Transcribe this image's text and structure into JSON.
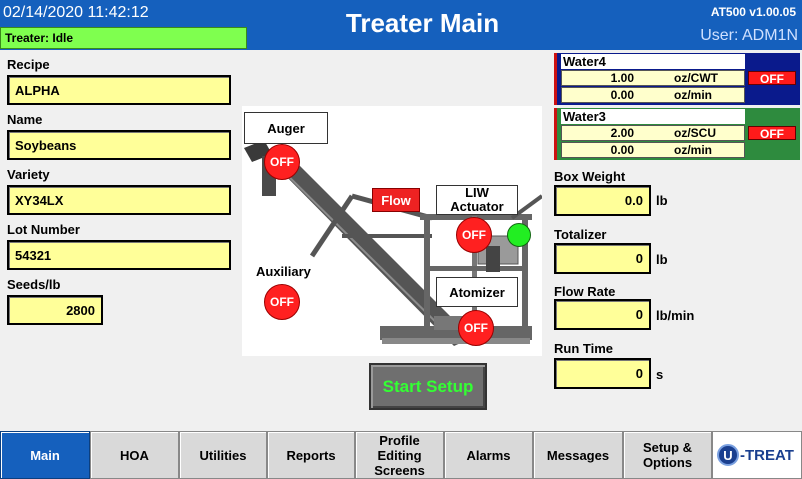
{
  "header": {
    "datetime": "02/14/2020 11:42:12",
    "status": "Treater: Idle",
    "title": "Treater Main",
    "version": "AT500 v1.00.05",
    "user": "User: ADM1N"
  },
  "fields": {
    "recipe_label": "Recipe",
    "recipe_value": "ALPHA",
    "name_label": "Name",
    "name_value": "Soybeans",
    "variety_label": "Variety",
    "variety_value": "XY34LX",
    "lot_label": "Lot Number",
    "lot_value": "54321",
    "seeds_label": "Seeds/lb",
    "seeds_value": "2800"
  },
  "machine": {
    "auger_label": "Auger",
    "auger_state": "OFF",
    "auxiliary_label": "Auxiliary",
    "auxiliary_state": "OFF",
    "flow_label": "Flow",
    "liw_label_line1": "LIW",
    "liw_label_line2": "Actuator",
    "liw_state": "OFF",
    "atomizer_label": "Atomizer",
    "atomizer_state": "OFF",
    "status_light_color": "#22ee22"
  },
  "start_setup_label": "Start Setup",
  "water4": {
    "title": "Water4",
    "rate": "1.00",
    "rate_unit": "oz/CWT",
    "state": "OFF",
    "flow": "0.00",
    "flow_unit": "oz/min",
    "accent_color": "#0a1a8c"
  },
  "water3": {
    "title": "Water3",
    "rate": "2.00",
    "rate_unit": "oz/SCU",
    "state": "OFF",
    "flow": "0.00",
    "flow_unit": "oz/min",
    "accent_color": "#2e8b3e"
  },
  "readouts": {
    "box_weight_label": "Box Weight",
    "box_weight_value": "0.0",
    "box_weight_unit": "lb",
    "totalizer_label": "Totalizer",
    "totalizer_value": "0",
    "totalizer_unit": "lb",
    "flow_rate_label": "Flow Rate",
    "flow_rate_value": "0",
    "flow_rate_unit": "lb/min",
    "run_time_label": "Run Time",
    "run_time_value": "0",
    "run_time_unit": "s"
  },
  "tabs": {
    "main": "Main",
    "hoa": "HOA",
    "utilities": "Utilities",
    "reports": "Reports",
    "profile_line1": "Profile",
    "profile_line2": "Editing",
    "profile_line3": "Screens",
    "alarms": "Alarms",
    "messages": "Messages",
    "setup_line1": "Setup &",
    "setup_line2": "Options"
  },
  "logo": {
    "mark": "U",
    "text": "-TREAT"
  },
  "colors": {
    "header_blue": "#1560bd",
    "status_green": "#7fff4f",
    "field_yellow": "#ffff99",
    "off_red": "#ff2020",
    "start_text_green": "#33ff33"
  }
}
